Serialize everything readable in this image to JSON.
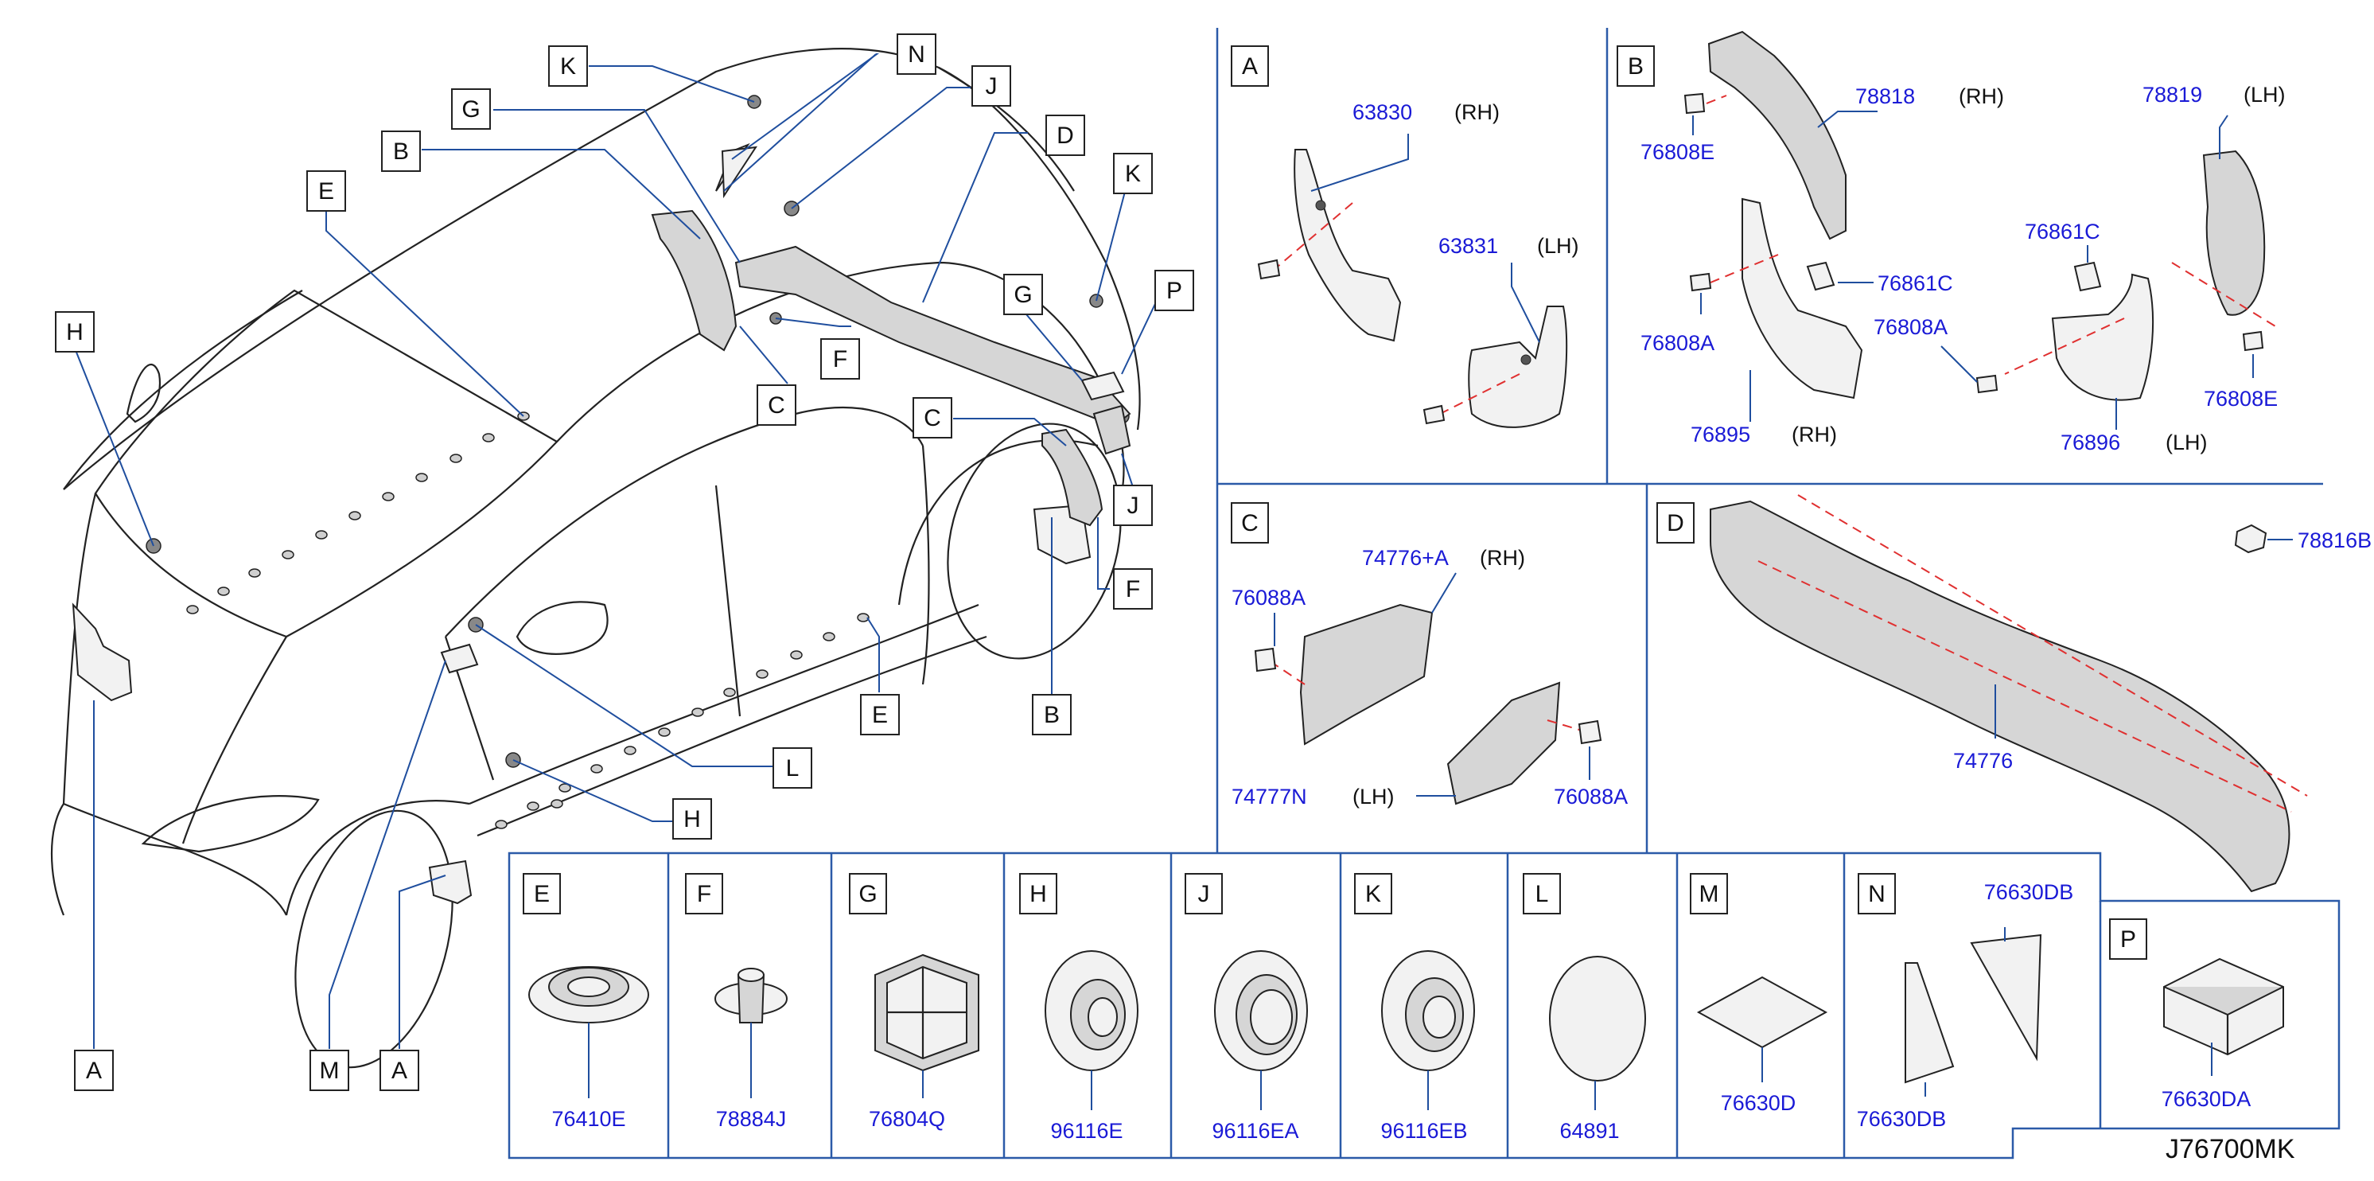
{
  "diagram_code": "J76700MK",
  "colors": {
    "part_number": "#1a1ad6",
    "leader": "#1f4e9e",
    "dash": "#e03030",
    "frame": "#2b5aa8"
  },
  "car_callouts": [
    "K",
    "N",
    "J",
    "G",
    "D",
    "B",
    "E",
    "H",
    "C",
    "F",
    "K",
    "G",
    "P",
    "C",
    "J",
    "F",
    "E",
    "L",
    "H",
    "B",
    "A",
    "M",
    "A"
  ],
  "panel_A": {
    "tag": "A",
    "items": [
      {
        "part": "63830",
        "side": "(RH)"
      },
      {
        "part": "63831",
        "side": "(LH)"
      }
    ]
  },
  "panel_B": {
    "tag": "B",
    "items": [
      {
        "part": "78818",
        "side": "(RH)"
      },
      {
        "part": "78819",
        "side": "(LH)"
      },
      {
        "part": "76808E",
        "side": ""
      },
      {
        "part": "76861C",
        "side": ""
      },
      {
        "part": "76861C",
        "side": ""
      },
      {
        "part": "76808A",
        "side": ""
      },
      {
        "part": "76808A",
        "side": ""
      },
      {
        "part": "76895",
        "side": "(RH)"
      },
      {
        "part": "76896",
        "side": "(LH)"
      },
      {
        "part": "76808E",
        "side": ""
      }
    ]
  },
  "panel_C": {
    "tag": "C",
    "items": [
      {
        "part": "74776+A",
        "side": "(RH)"
      },
      {
        "part": "76088A",
        "side": ""
      },
      {
        "part": "74777N",
        "side": "(LH)"
      },
      {
        "part": "76088A",
        "side": ""
      }
    ]
  },
  "panel_D": {
    "tag": "D",
    "items": [
      {
        "part": "78816B",
        "side": ""
      },
      {
        "part": "74776",
        "side": ""
      }
    ]
  },
  "bottom_cells": [
    {
      "tag": "E",
      "part": "76410E"
    },
    {
      "tag": "F",
      "part": "78884J"
    },
    {
      "tag": "G",
      "part": "76804Q"
    },
    {
      "tag": "H",
      "part": "96116E"
    },
    {
      "tag": "J",
      "part": "96116EA"
    },
    {
      "tag": "K",
      "part": "96116EB"
    },
    {
      "tag": "L",
      "part": "64891"
    },
    {
      "tag": "M",
      "part": "76630D"
    },
    {
      "tag": "N",
      "part": "76630DB",
      "part2": "76630DB"
    },
    {
      "tag": "P",
      "part": "76630DA"
    }
  ]
}
